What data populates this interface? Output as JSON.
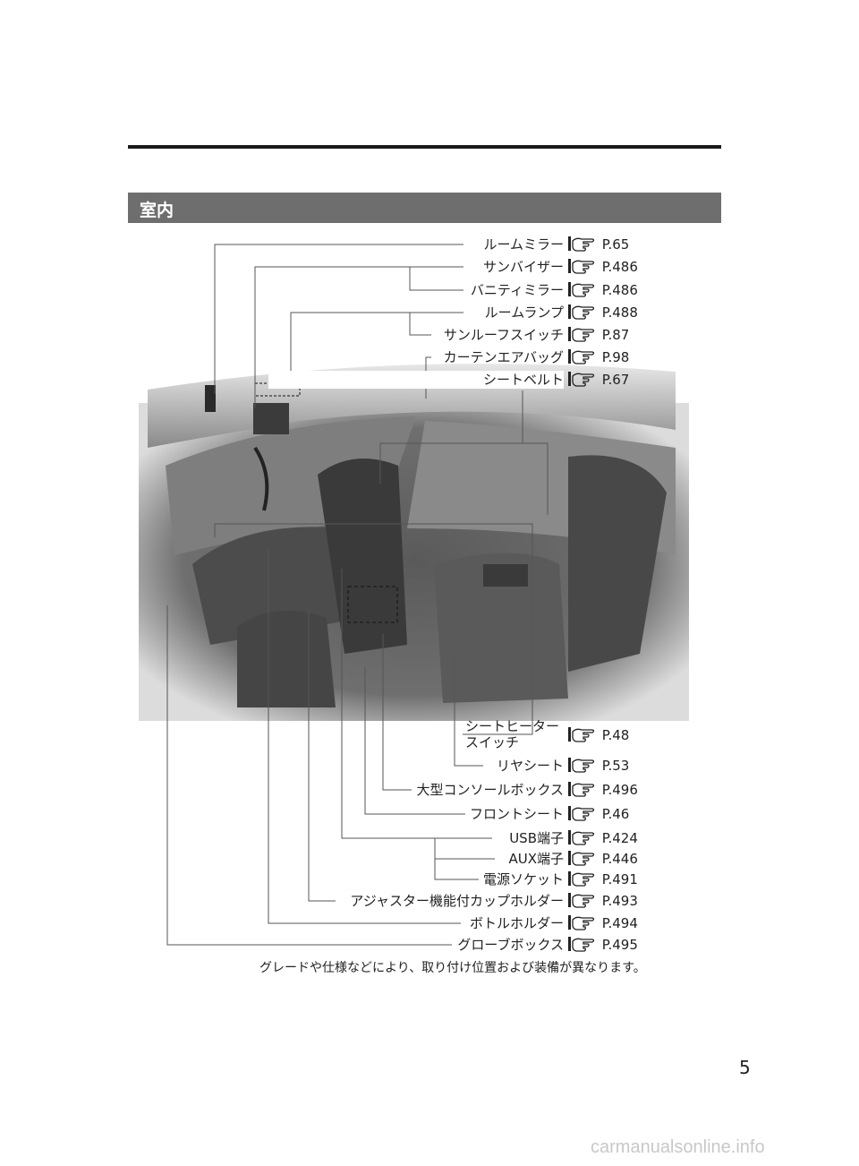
{
  "section_title": "室内",
  "ref_prefix": "P.",
  "callouts": [
    {
      "label": "ルームミラー",
      "page": "65"
    },
    {
      "label": "サンバイザー",
      "page": "486"
    },
    {
      "label": "バニティミラー",
      "page": "486"
    },
    {
      "label": "ルームランプ",
      "page": "488"
    },
    {
      "label": "サンルーフスイッチ",
      "page": "87"
    },
    {
      "label": "カーテンエアバッグ",
      "page": "98"
    },
    {
      "label": "シートベルト",
      "page": "67"
    },
    {
      "label": "シートヒーター",
      "label2": "スイッチ",
      "page": "48"
    },
    {
      "label": "リヤシート",
      "page": "53"
    },
    {
      "label": "大型コンソールボックス",
      "page": "496"
    },
    {
      "label": "フロントシート",
      "page": "46"
    },
    {
      "label": "USB端子",
      "page": "424"
    },
    {
      "label": "AUX端子",
      "page": "446"
    },
    {
      "label": "電源ソケット",
      "page": "491"
    },
    {
      "label": "アジャスター機能付カップホルダー",
      "page": "493"
    },
    {
      "label": "ボトルホルダー",
      "page": "494"
    },
    {
      "label": "グローブボックス",
      "page": "495"
    }
  ],
  "note": "グレードや仕様などにより、取り付け位置および装備が異なります。",
  "page_number": "5",
  "watermark": "carmanualsonline.info",
  "icons": [
    "hand-pointer-icon"
  ],
  "colors": {
    "section_bar": "#6e6e6e",
    "rule": "#1a1a1a"
  }
}
